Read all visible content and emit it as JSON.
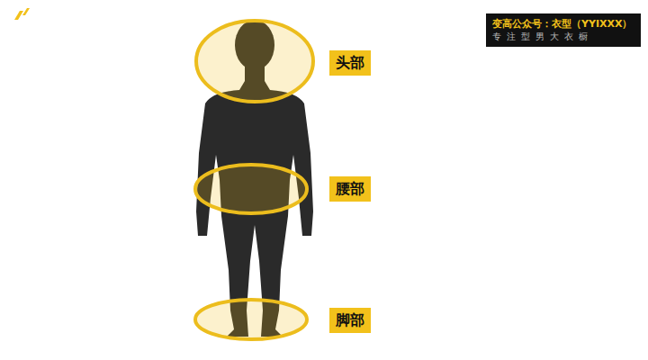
{
  "diagram": {
    "nodes": [
      {
        "text": [
          "变高公众号：衣型（YYIXXX）",
          "专注型男大衣橱"
        ]
      },
      {
        "text": [
          "头部"
        ]
      },
      {
        "text": [
          "腰部"
        ]
      },
      {
        "text": [
          "脚部"
        ]
      }
    ]
  }
}
